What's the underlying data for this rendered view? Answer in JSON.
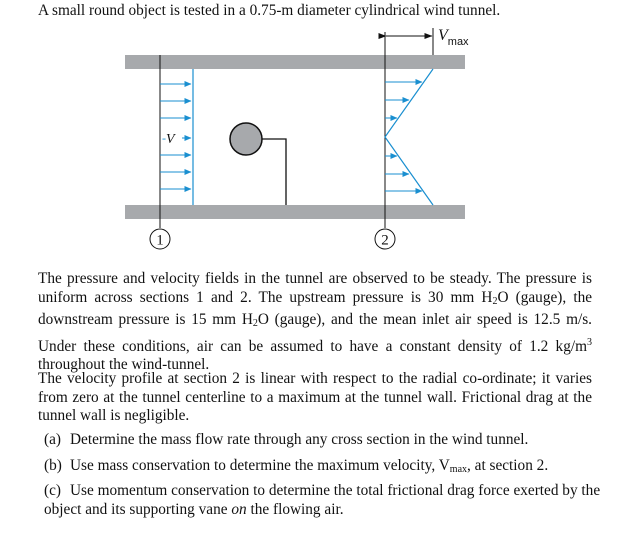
{
  "problem": {
    "intro": "A small round object is tested in a 0.75-m diameter cylindrical wind tunnel.",
    "diagram": {
      "vmax_label": "V",
      "vmax_sub": "max",
      "v_label": "V",
      "section1_label": "1",
      "section2_label": "2"
    },
    "p1": {
      "a": "The pressure and velocity fields in the tunnel are observed to be steady. The pressure is uniform across sections 1 and 2. The upstream pressure is 30 mm H",
      "b": "2",
      "c": "O (gauge), the downstream pressure is 15 mm H",
      "d": "2",
      "e": "O (gauge), and the mean inlet air speed is 12.5 m/s. Under these conditions, air can be assumed to have a constant density of 1.2 kg/m",
      "f": "3",
      "g": " throughout the wind-tunnel."
    },
    "p2": "The velocity profile at section 2 is linear with respect to the radial co-ordinate; it varies from zero at the tunnel centerline to a maximum at the tunnel wall. Frictional drag at the tunnel wall is negligible.",
    "qa": {
      "label": "(a)",
      "text": "Determine the mass flow rate through any cross section in the wind tunnel."
    },
    "qb": {
      "label": "(b)",
      "text_pre": "Use mass conservation to determine the maximum velocity, V",
      "sub": "max",
      "text_post": ", at section 2."
    },
    "qc": {
      "label": "(c)",
      "text_pre": "Use momentum conservation to determine the total frictional drag force exerted by the object and its supporting vane ",
      "em": "on",
      "text_post": " the flowing air."
    }
  }
}
